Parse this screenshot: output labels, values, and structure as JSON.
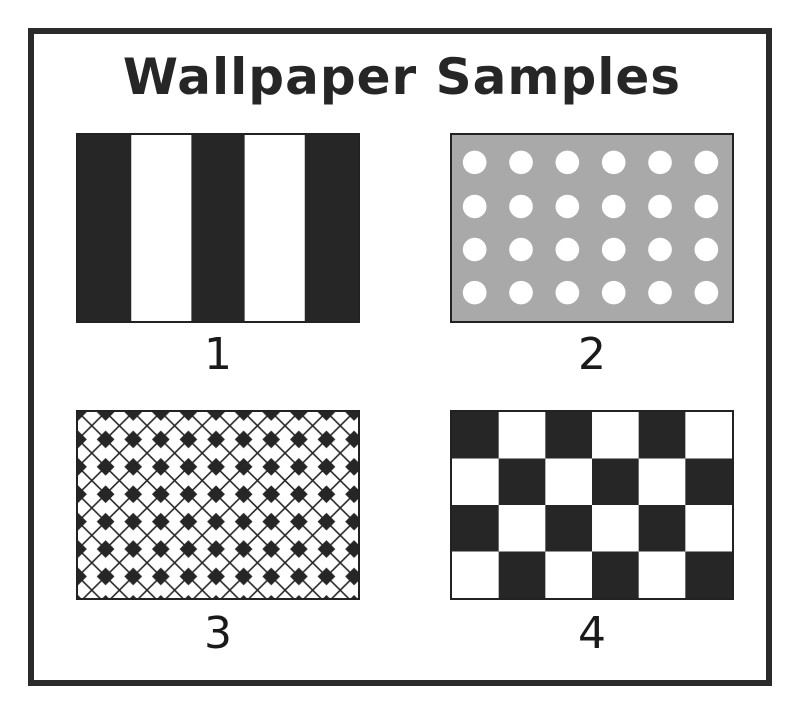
{
  "title": "Wallpaper Samples",
  "samples": [
    {
      "label": "1",
      "pattern": "vertical-stripes"
    },
    {
      "label": "2",
      "pattern": "polka-dots"
    },
    {
      "label": "3",
      "pattern": "diamond-lattice"
    },
    {
      "label": "4",
      "pattern": "checkerboard"
    }
  ],
  "colors": {
    "dark": "#262626",
    "gray": "#a9a9a9",
    "light": "#ffffff"
  }
}
